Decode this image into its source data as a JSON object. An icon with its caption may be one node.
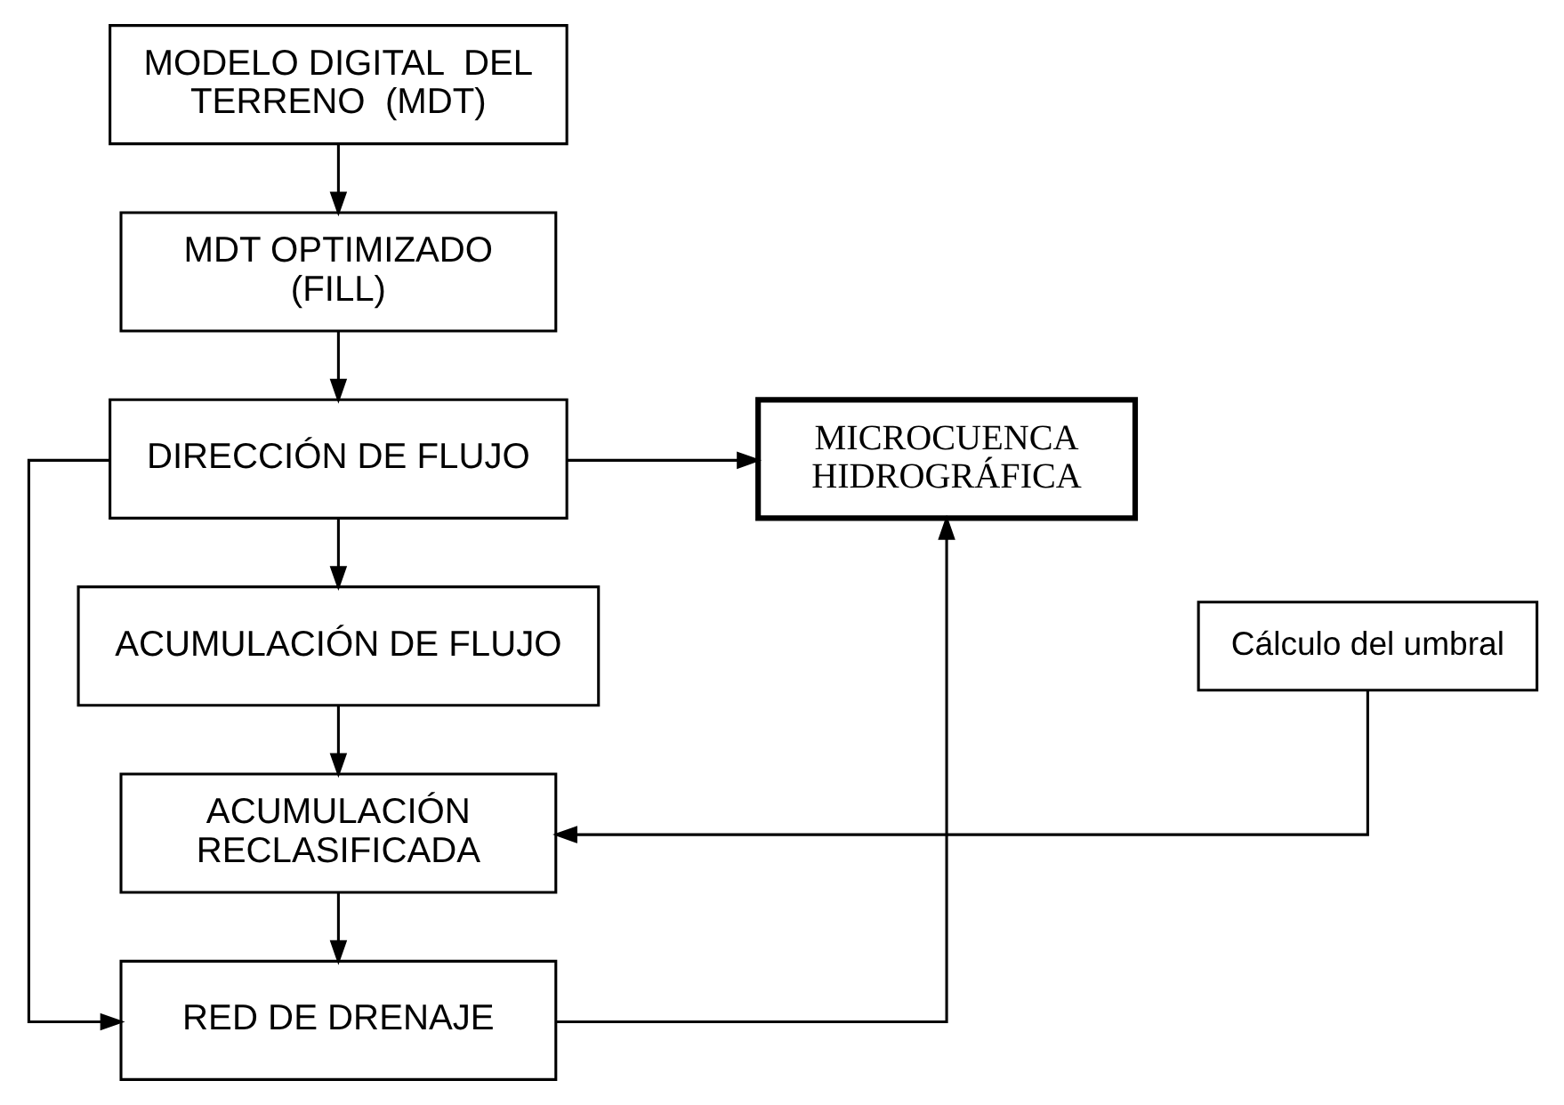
{
  "diagram": {
    "nodes": [
      {
        "text": [
          "MODELO DIGITAL  DEL TERRENO  (MDT)"
        ]
      },
      {
        "text": [
          "MDT OPTIMIZADO (FILL)"
        ]
      },
      {
        "text": [
          "DIRECCIÓN DE FLUJO"
        ]
      },
      {
        "text": [
          "ACUMULACIÓN DE FLUJO"
        ]
      },
      {
        "text": [
          "Cálculo del umbral"
        ]
      },
      {
        "text": [
          "ACUMULACIÓN RECLASIFICADA"
        ]
      },
      {
        "text": [
          "RED DE DRENAJE"
        ]
      },
      {
        "text": [
          "MICROCUENCA HIDROGRÁFICA"
        ]
      }
    ],
    "edges": [
      {
        "from": 0,
        "to": 1,
        "arrow": "to"
      },
      {
        "from": 1,
        "to": 2,
        "arrow": "to"
      },
      {
        "from": 2,
        "to": 3,
        "arrow": "to"
      },
      {
        "from": 3,
        "to": 5,
        "arrow": "to"
      },
      {
        "from": 4,
        "to": 5,
        "arrow": "to"
      },
      {
        "from": 5,
        "to": 6,
        "arrow": "to"
      },
      {
        "from": 2,
        "to": 6,
        "arrow": "to"
      },
      {
        "from": 2,
        "to": 7,
        "arrow": "to"
      },
      {
        "from": 6,
        "to": 7,
        "arrow": "to"
      }
    ]
  }
}
